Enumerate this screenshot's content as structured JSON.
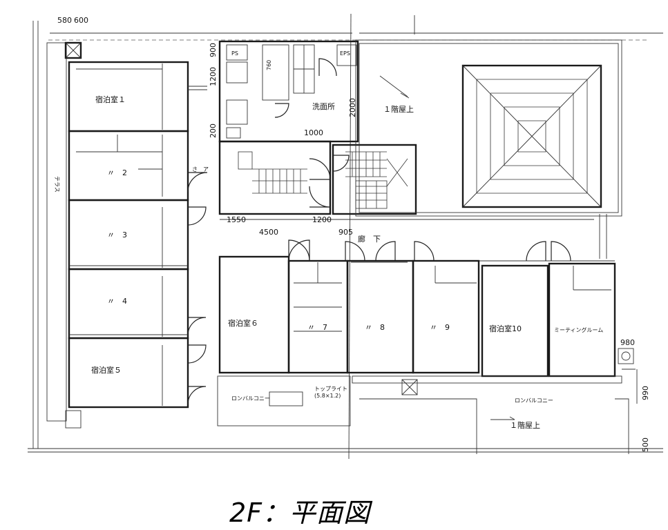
{
  "caption": "2F：平面図",
  "dimensions": {
    "d580": "580",
    "d600": "600",
    "d900": "900",
    "d1200": "1200",
    "d200": "200",
    "d760": "760",
    "d1000": "1000",
    "d2000": "2000",
    "d1550": "1550",
    "d4500": "4500",
    "d1200b": "1200",
    "d905": "905",
    "d980": "980",
    "d990": "990",
    "d500": "500"
  },
  "rooms": {
    "room1": "宿泊室１",
    "room2": "〃　2",
    "room3": "〃　3",
    "room4": "〃　4",
    "room5": "宿泊室５",
    "room6": "宿泊室６",
    "room7": "〃　7",
    "room8": "〃　8",
    "room9": "〃　9",
    "room10": "宿泊室10",
    "meeting": "ミーティングルーム",
    "corridor": "廊　下",
    "roof_top": "１階屋上",
    "roof_bottom": "１階屋上",
    "ps": "PS",
    "eps": "EPS",
    "washroom": "洗面所",
    "balcony_left": "ロンバルコニー",
    "balcony_right": "ロンバルコニー",
    "skylight": "トップライト",
    "skylight_sub": "(5.8×1.2)",
    "terrace_left": "テラス",
    "sanp": "さ　ア"
  }
}
